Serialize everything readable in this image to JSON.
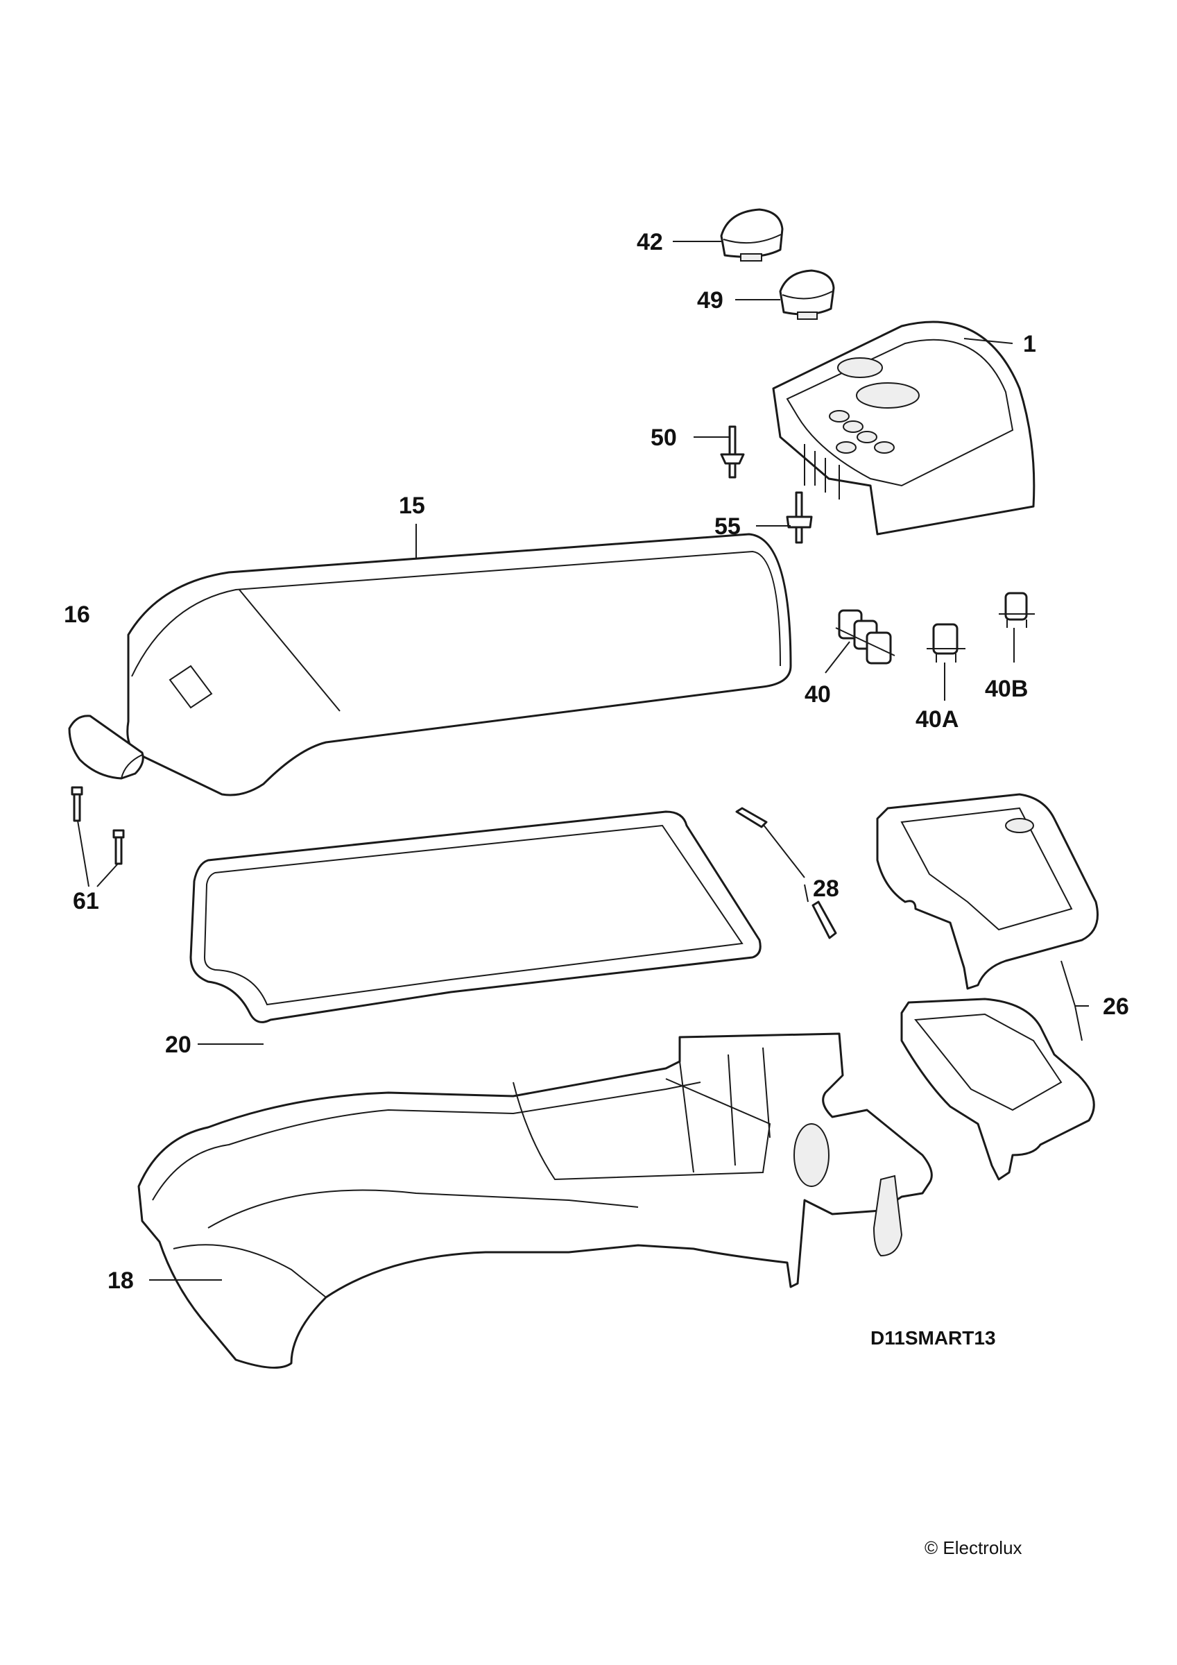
{
  "diagram": {
    "code": "D11SMART13",
    "copyright": "© Electrolux",
    "callouts": {
      "p42": "42",
      "p49": "49",
      "p1": "1",
      "p50": "50",
      "p15": "15",
      "p55": "55",
      "p16": "16",
      "p40": "40",
      "p40a": "40A",
      "p40b": "40B",
      "p61": "61",
      "p28": "28",
      "p26": "26",
      "p20": "20",
      "p18": "18"
    }
  }
}
